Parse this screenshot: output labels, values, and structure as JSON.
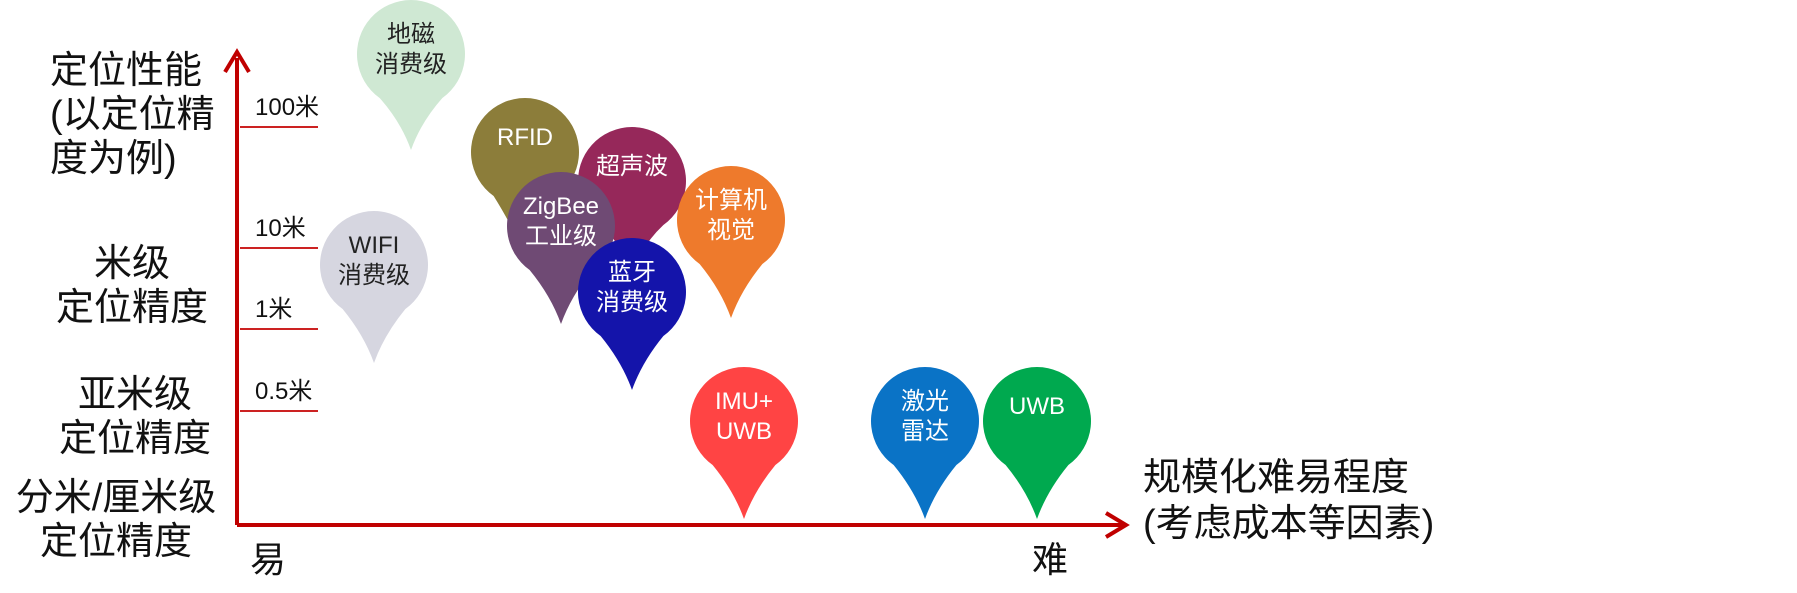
{
  "y_axis": {
    "title_lines": [
      "定位性能",
      "(以定位精",
      "度为例)"
    ],
    "level_meter": [
      "米级",
      "定位精度"
    ],
    "level_submeter": [
      "亚米级",
      "定位精度"
    ],
    "level_cm": [
      "分米/厘米级",
      "定位精度"
    ],
    "ticks": [
      "100米",
      "10米",
      "1米",
      "0.5米"
    ]
  },
  "x_axis": {
    "easy": "易",
    "hard": "难",
    "title_lines": [
      "规模化难易程度",
      "(考虑成本等因素)"
    ]
  },
  "colors": {
    "axis": "#c00000"
  },
  "pins": [
    {
      "id": "geomagnetic",
      "lines": [
        "地磁",
        "消费级"
      ],
      "color": "#cfe8d3",
      "text_color": "#222222"
    },
    {
      "id": "wifi",
      "lines": [
        "WIFI",
        "消费级"
      ],
      "color": "#d6d6e0",
      "text_color": "#222222"
    },
    {
      "id": "rfid",
      "lines": [
        "RFID"
      ],
      "color": "#8c7d3a",
      "text_color": "#ffffff"
    },
    {
      "id": "ultrasonic",
      "lines": [
        "超声波"
      ],
      "color": "#96285a",
      "text_color": "#ffffff"
    },
    {
      "id": "zigbee",
      "lines": [
        "ZigBee",
        "工业级"
      ],
      "color": "#6f4a74",
      "text_color": "#ffffff"
    },
    {
      "id": "vision",
      "lines": [
        "计算机",
        "视觉"
      ],
      "color": "#ee7a2c",
      "text_color": "#ffffff"
    },
    {
      "id": "bluetooth",
      "lines": [
        "蓝牙",
        "消费级"
      ],
      "color": "#1414aa",
      "text_color": "#ffffff"
    },
    {
      "id": "imu-uwb",
      "lines": [
        "IMU+",
        "UWB"
      ],
      "color": "#ff4444",
      "text_color": "#ffffff"
    },
    {
      "id": "lidar",
      "lines": [
        "激光",
        "雷达"
      ],
      "color": "#0a73c6",
      "text_color": "#ffffff"
    },
    {
      "id": "uwb",
      "lines": [
        "UWB"
      ],
      "color": "#00a94f",
      "text_color": "#ffffff"
    }
  ]
}
